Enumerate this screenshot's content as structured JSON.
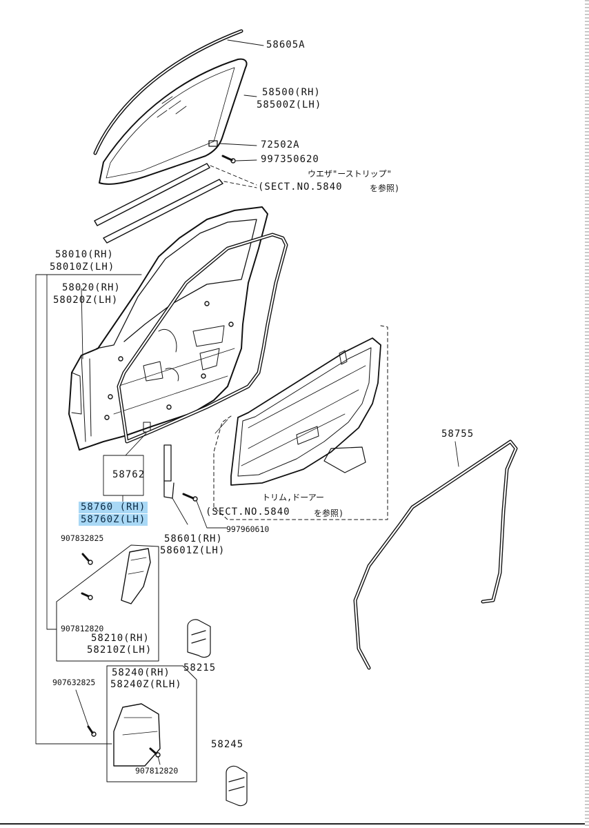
{
  "labels": {
    "p58605A": "58605A",
    "p58500RH": "58500(RH)",
    "p58500LH": "58500Z(LH)",
    "p72502A": "72502A",
    "p997350620": "997350620",
    "weatherstrip_jp": "ウエザ\"ーストリップ\"",
    "sect_5840_a": "(SECT.NO.5840",
    "ref_a": "を参照)",
    "p58010RH": "58010(RH)",
    "p58010LH": "58010Z(LH)",
    "p58020RH": "58020(RH)",
    "p58020LH": "58020Z(LH)",
    "p58762": "58762",
    "p58760RH": "58760  (RH)",
    "p58760LH": "58760Z(LH)",
    "trim_jp": "トリム,ドーアー",
    "sect_5840_b": "(SECT.NO.5840",
    "ref_b": "を参照)",
    "p997960610": "997960610",
    "p58601RH": "58601(RH)",
    "p58601LH": "58601Z(LH)",
    "p58755": "58755",
    "p907832825a": "907832825",
    "p907812820a": "907812820",
    "p58210RH": "58210(RH)",
    "p58210LH": "58210Z(LH)",
    "p58215": "58215",
    "p58240RH": "58240(RH)",
    "p58240LH": "58240Z(RLH)",
    "p907632825b": "907632825",
    "p907812820b": "907812820",
    "p58245": "58245"
  },
  "colors": {
    "ink": "#111111",
    "highlight": "#a9d8f5"
  }
}
